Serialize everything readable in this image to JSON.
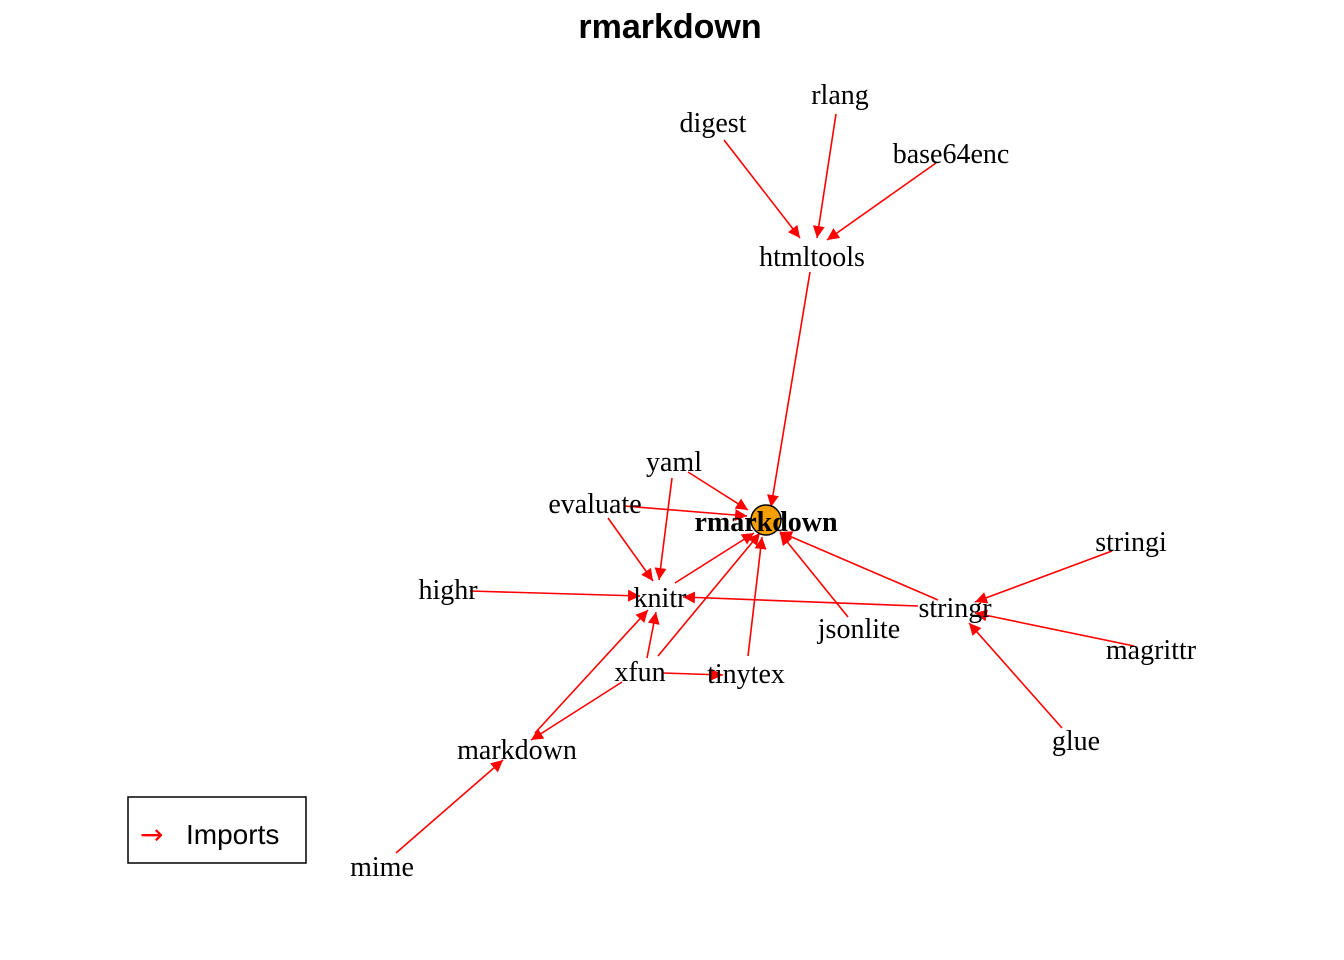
{
  "title": "rmarkdown",
  "colors": {
    "edge": "#ff0000",
    "focal_node": "#f5a000"
  },
  "legend": {
    "label": "Imports",
    "symbol": "→"
  },
  "nodes": [
    {
      "id": "rmarkdown",
      "label": "rmarkdown",
      "focal": true
    },
    {
      "id": "htmltools",
      "label": "htmltools"
    },
    {
      "id": "digest",
      "label": "digest"
    },
    {
      "id": "rlang",
      "label": "rlang"
    },
    {
      "id": "base64enc",
      "label": "base64enc"
    },
    {
      "id": "yaml",
      "label": "yaml"
    },
    {
      "id": "evaluate",
      "label": "evaluate"
    },
    {
      "id": "knitr",
      "label": "knitr"
    },
    {
      "id": "highr",
      "label": "highr"
    },
    {
      "id": "stringr",
      "label": "stringr"
    },
    {
      "id": "stringi",
      "label": "stringi"
    },
    {
      "id": "magrittr",
      "label": "magrittr"
    },
    {
      "id": "glue",
      "label": "glue"
    },
    {
      "id": "jsonlite",
      "label": "jsonlite"
    },
    {
      "id": "xfun",
      "label": "xfun"
    },
    {
      "id": "tinytex",
      "label": "tinytex"
    },
    {
      "id": "markdown",
      "label": "markdown"
    },
    {
      "id": "mime",
      "label": "mime"
    }
  ],
  "edges": [
    {
      "from": "digest",
      "to": "htmltools"
    },
    {
      "from": "rlang",
      "to": "htmltools"
    },
    {
      "from": "base64enc",
      "to": "htmltools"
    },
    {
      "from": "htmltools",
      "to": "rmarkdown"
    },
    {
      "from": "yaml",
      "to": "rmarkdown"
    },
    {
      "from": "evaluate",
      "to": "rmarkdown"
    },
    {
      "from": "knitr",
      "to": "rmarkdown"
    },
    {
      "from": "xfun",
      "to": "rmarkdown"
    },
    {
      "from": "tinytex",
      "to": "rmarkdown"
    },
    {
      "from": "jsonlite",
      "to": "rmarkdown"
    },
    {
      "from": "stringr",
      "to": "rmarkdown"
    },
    {
      "from": "yaml",
      "to": "knitr"
    },
    {
      "from": "evaluate",
      "to": "knitr"
    },
    {
      "from": "highr",
      "to": "knitr"
    },
    {
      "from": "stringr",
      "to": "knitr"
    },
    {
      "from": "xfun",
      "to": "knitr"
    },
    {
      "from": "markdown",
      "to": "knitr"
    },
    {
      "from": "stringi",
      "to": "stringr"
    },
    {
      "from": "magrittr",
      "to": "stringr"
    },
    {
      "from": "glue",
      "to": "stringr"
    },
    {
      "from": "xfun",
      "to": "tinytex"
    },
    {
      "from": "xfun",
      "to": "markdown"
    },
    {
      "from": "mime",
      "to": "markdown"
    }
  ]
}
